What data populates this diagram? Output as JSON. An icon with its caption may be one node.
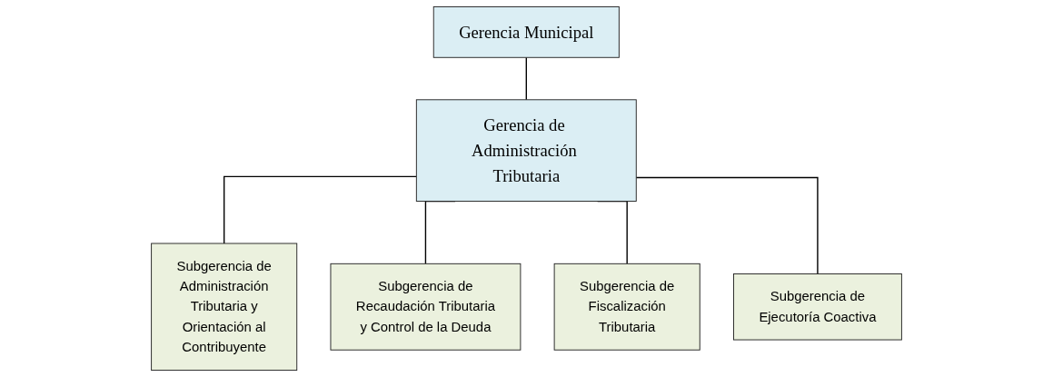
{
  "diagram": {
    "nodes": [
      {
        "text": [
          "Gerencia Municipal"
        ]
      },
      {
        "text": [
          "Gerencia de Administración Tributaria"
        ]
      },
      {
        "text": [
          "Subgerencia de Administración Tributaria y Orientación al Contribuyente"
        ]
      },
      {
        "text": [
          "Subgerencia de Recaudación Tributaria y Control de la Deuda"
        ]
      },
      {
        "text": [
          "Subgerencia de Fiscalización Tributaria"
        ]
      },
      {
        "text": [
          "Subgerencia de Ejecutoría Coactiva"
        ]
      }
    ],
    "edges": [
      {
        "from": 0,
        "to": 1,
        "arrow": "none"
      },
      {
        "from": 1,
        "to": 2,
        "arrow": "none"
      },
      {
        "from": 1,
        "to": 3,
        "arrow": "none"
      },
      {
        "from": 1,
        "to": 4,
        "arrow": "none"
      },
      {
        "from": 1,
        "to": 5,
        "arrow": "none"
      }
    ]
  }
}
